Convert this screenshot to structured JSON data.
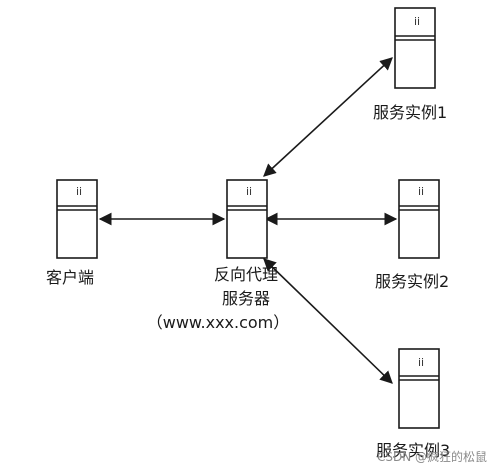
{
  "nodes": {
    "client": {
      "label": "客户端",
      "badge": "ii"
    },
    "proxy": {
      "label_line1": "反向代理",
      "label_line2": "服务器",
      "label_line3": "（www.xxx.com）",
      "badge": "ii"
    },
    "service1": {
      "label": "服务实例1",
      "badge": "ii"
    },
    "service2": {
      "label": "服务实例2",
      "badge": "ii"
    },
    "service3": {
      "label": "服务实例3",
      "badge": "ii"
    }
  },
  "edges": [
    {
      "from": "client",
      "to": "proxy",
      "bidirectional": true
    },
    {
      "from": "proxy",
      "to": "service1",
      "bidirectional": true
    },
    {
      "from": "proxy",
      "to": "service2",
      "bidirectional": true
    },
    {
      "from": "proxy",
      "to": "service3",
      "bidirectional": true
    }
  ],
  "watermark": "CSDN @疯狂的松鼠",
  "colors": {
    "stroke": "#1a1a1a",
    "background": "#ffffff",
    "watermark": "#8a8a8a"
  }
}
